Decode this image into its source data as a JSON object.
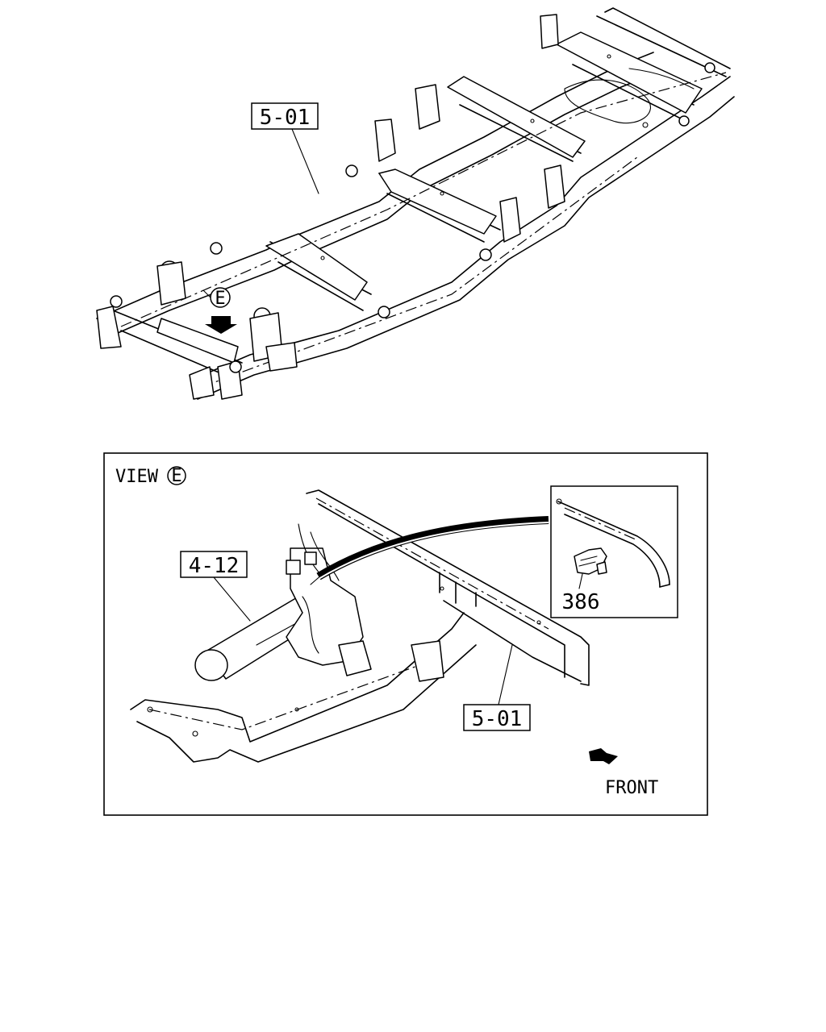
{
  "callouts": {
    "frame_top": "5-01",
    "view_marker": "E",
    "view_title": "VIEW",
    "view_letter": "E",
    "muffler": "4-12",
    "clip": "386",
    "frame_view": "5-01",
    "direction": "FRONT"
  }
}
